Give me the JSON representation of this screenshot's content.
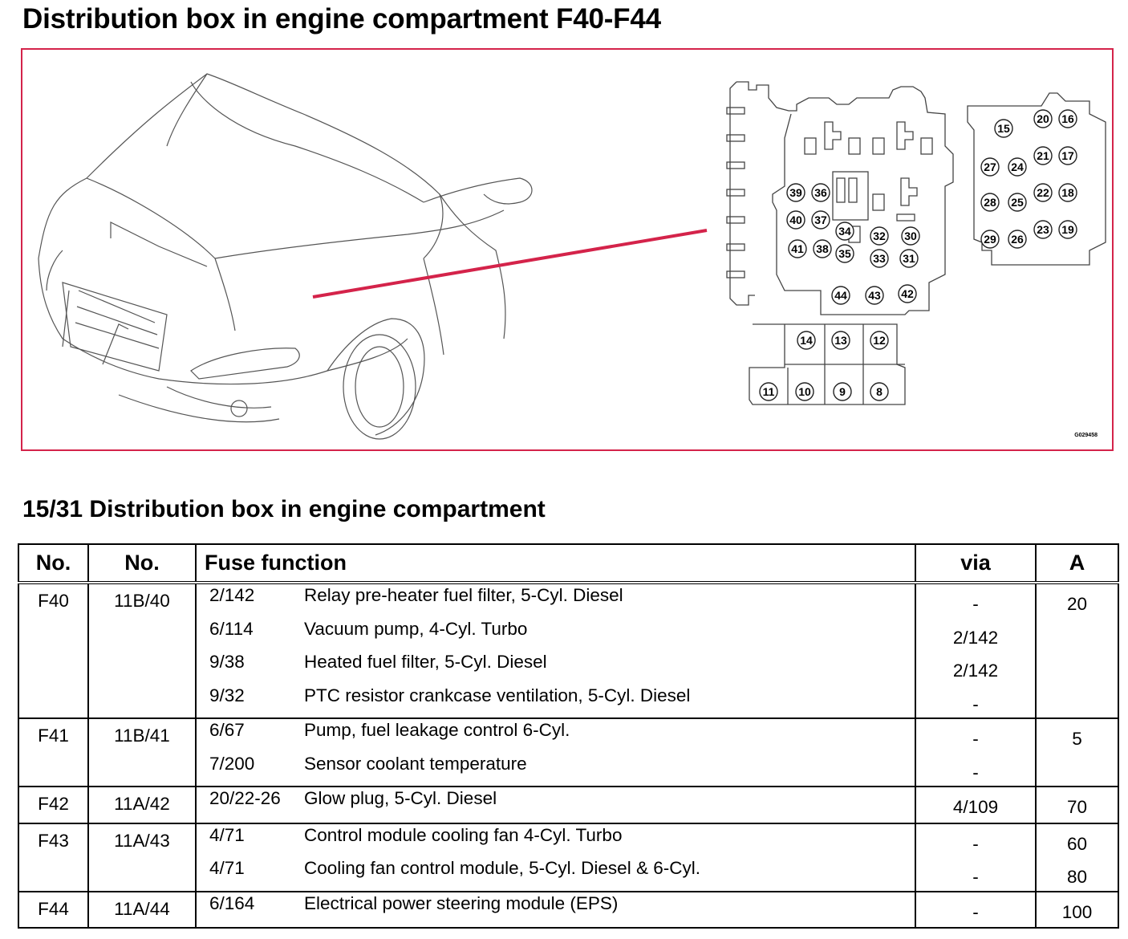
{
  "page_title": "Distribution box in engine compartment F40-F44",
  "image_code": "G029458",
  "accent_color": "#d4234a",
  "diagram": {
    "upper_box_fuses": [
      "39",
      "36",
      "40",
      "37",
      "34",
      "32",
      "30",
      "41",
      "38",
      "35",
      "33",
      "31"
    ],
    "lower_row_fuses": [
      "44",
      "43",
      "42"
    ],
    "right_box_fuses": [
      "15",
      "20",
      "16",
      "27",
      "24",
      "21",
      "17",
      "28",
      "25",
      "22",
      "18",
      "29",
      "26",
      "23",
      "19"
    ],
    "small_box_fuses": [
      "14",
      "13",
      "12",
      "11",
      "10",
      "9",
      "8"
    ]
  },
  "section_title": "15/31 Distribution box in engine compartment",
  "table": {
    "headers": {
      "no1": "No.",
      "no2": "No.",
      "function": "Fuse function",
      "via": "via",
      "amps": "A"
    },
    "groups": [
      {
        "fuse": "F40",
        "pos": "11B/40",
        "amps": "20",
        "rows": [
          {
            "code": "2/142",
            "desc": "Relay pre-heater fuel filter, 5-Cyl. Diesel",
            "via": "-"
          },
          {
            "code": "6/114",
            "desc": "Vacuum pump, 4-Cyl. Turbo",
            "via": "2/142"
          },
          {
            "code": "9/38",
            "desc": "Heated fuel filter, 5-Cyl. Diesel",
            "via": "2/142"
          },
          {
            "code": "9/32",
            "desc": "PTC resistor crankcase ventilation, 5-Cyl. Diesel",
            "via": "-"
          }
        ]
      },
      {
        "fuse": "F41",
        "pos": "11B/41",
        "amps": "5",
        "rows": [
          {
            "code": "6/67",
            "desc": "Pump, fuel leakage control 6-Cyl.",
            "via": "-"
          },
          {
            "code": "7/200",
            "desc": "Sensor coolant temperature",
            "via": "-"
          }
        ]
      },
      {
        "fuse": "F42",
        "pos": "11A/42",
        "amps": "70",
        "rows": [
          {
            "code": "20/22-26",
            "desc": "Glow plug, 5-Cyl. Diesel",
            "via": "4/109"
          }
        ]
      },
      {
        "fuse": "F43",
        "pos": "11A/43",
        "rows": [
          {
            "code": "4/71",
            "desc": "Control module cooling fan 4-Cyl. Turbo",
            "via": "-",
            "amps": "60"
          },
          {
            "code": "4/71",
            "desc": "Cooling fan control module, 5-Cyl. Diesel & 6-Cyl.",
            "via": "-",
            "amps": "80"
          }
        ]
      },
      {
        "fuse": "F44",
        "pos": "11A/44",
        "amps": "100",
        "rows": [
          {
            "code": "6/164",
            "desc": "Electrical power steering module (EPS)",
            "via": "-"
          }
        ]
      }
    ]
  }
}
